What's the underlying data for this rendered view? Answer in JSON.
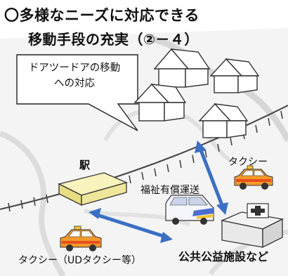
{
  "title": {
    "line1": "〇多様なニーズに対応できる",
    "line2": "移動手段の充実（②－４）"
  },
  "callout": {
    "line1": "ドアツードアの移動",
    "line2": "への対応"
  },
  "labels": {
    "station": "駅",
    "taxi_top": "タクシー",
    "welfare_transport": "福祉有償運送",
    "public_facility": "公共公益施設など",
    "taxi_bottom": "タクシー（UDタクシー等）"
  },
  "colors": {
    "arrow": "#3a6fc4",
    "station_fill": "#f3ec9e",
    "taxi_body": "#f39a2b",
    "taxi_stripe": "#e84e1b",
    "van_body": "#f4f6fb",
    "van_stripe": "#4a6fd0",
    "house_fill": "#ffffff",
    "facility_fill": "#e9e9e9",
    "map_bg": "#ececec"
  },
  "icons": [
    "house-icon",
    "station-building-icon",
    "taxi-icon",
    "welfare-van-icon",
    "facility-building-icon",
    "railway-track-icon",
    "double-arrow-icon"
  ]
}
